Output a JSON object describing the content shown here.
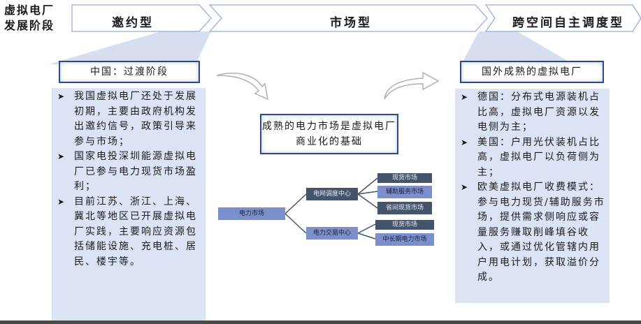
{
  "side_label": {
    "line1": "虚拟电厂",
    "line2": "发展阶段"
  },
  "stages": [
    {
      "label": "邀约型"
    },
    {
      "label": "市场型"
    },
    {
      "label": "跨空间自主调度型"
    }
  ],
  "china": {
    "title": "中国：过渡阶段",
    "bullets": [
      "我国虚拟电厂还处于发展初期，主要由政府机构发出邀约信号，政策引导来参与市场；",
      "国家电投深圳能源虚拟电厂已参与电力现货市场盈利；",
      "目前江苏、浙江、上海、冀北等地区已开展虚拟电厂实践，主要响应资源包括储能设施、充电桩、居民、楼宇等。"
    ]
  },
  "center": {
    "title": "成熟的电力市场是虚拟电厂商业化的基础",
    "tree": {
      "root": "电力市场",
      "branches": [
        {
          "label": "电网调度中心",
          "children": [
            "现货市场",
            "辅助服务市场",
            "省间现货市场"
          ]
        },
        {
          "label": "电力交易中心",
          "children": [
            "现货市场",
            "中长期电力市场"
          ]
        }
      ]
    }
  },
  "abroad": {
    "title": "国外成熟的虚拟电厂",
    "bullets": [
      "德国：分布式电源装机占比高，虚拟电厂资源以发电侧为主；",
      "美国：户用光伏装机占比高，虚拟电厂以负荷侧为主；",
      "欧美虚拟电厂收费模式：参与电力现货/辅助服务市场，提供需求侧响应或容量服务赚取削峰填谷收入，或通过优化管辖内用户用电计划，获取溢价分成。"
    ]
  },
  "icons": {
    "bullet": "arrowhead-bullet-icon",
    "curved_arrow": "curved-arrow-icon"
  },
  "colors": {
    "stage_border": "#8eaadb",
    "panel_fill": "#dbe4f4",
    "title_border": "#2e4a86",
    "node_light": "#7b8fca",
    "node_dark": "#44546a"
  }
}
